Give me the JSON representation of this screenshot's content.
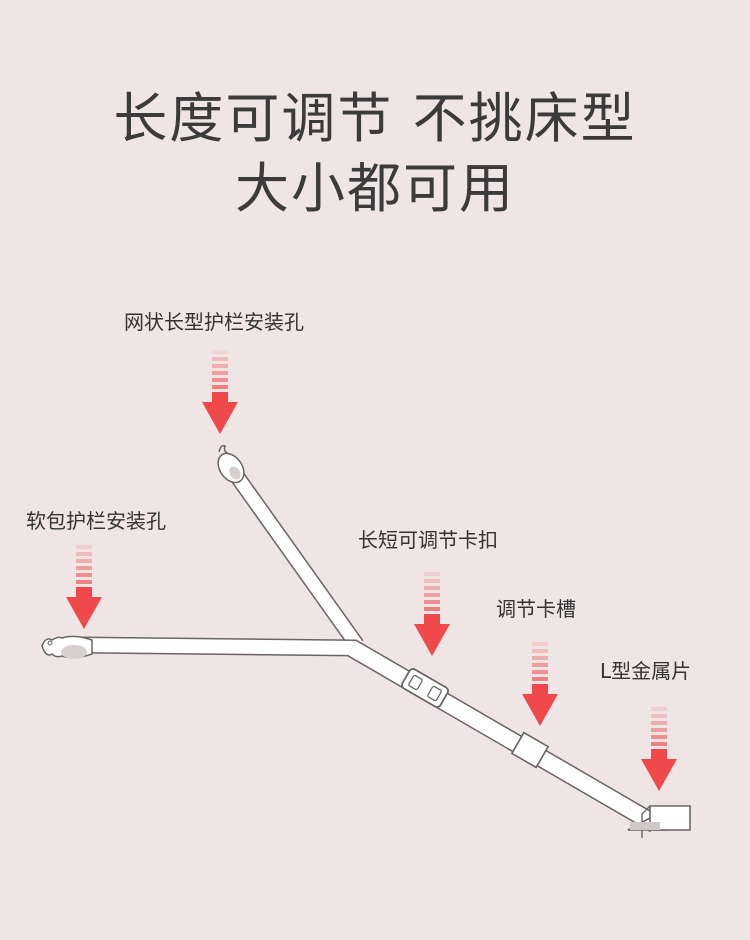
{
  "headline": {
    "line1": "长度可调节 不挑床型",
    "line2": "大小都可用"
  },
  "callouts": {
    "mesh_guardrail_hole": "网状长型护栏安装孔",
    "soft_guardrail_hole": "软包护栏安装孔",
    "length_buckle": "长短可调节卡扣",
    "adjust_slot": "调节卡槽",
    "l_metal_plate": "L型金属片"
  },
  "colors": {
    "background": "#efe5e4",
    "arrow": "#f0484b",
    "strap": "#ffffff",
    "outline": "#6b6464",
    "text": "#3b3b3b"
  },
  "icons": [
    "down-arrow-icon",
    "buckle-icon",
    "l-bracket-icon"
  ]
}
